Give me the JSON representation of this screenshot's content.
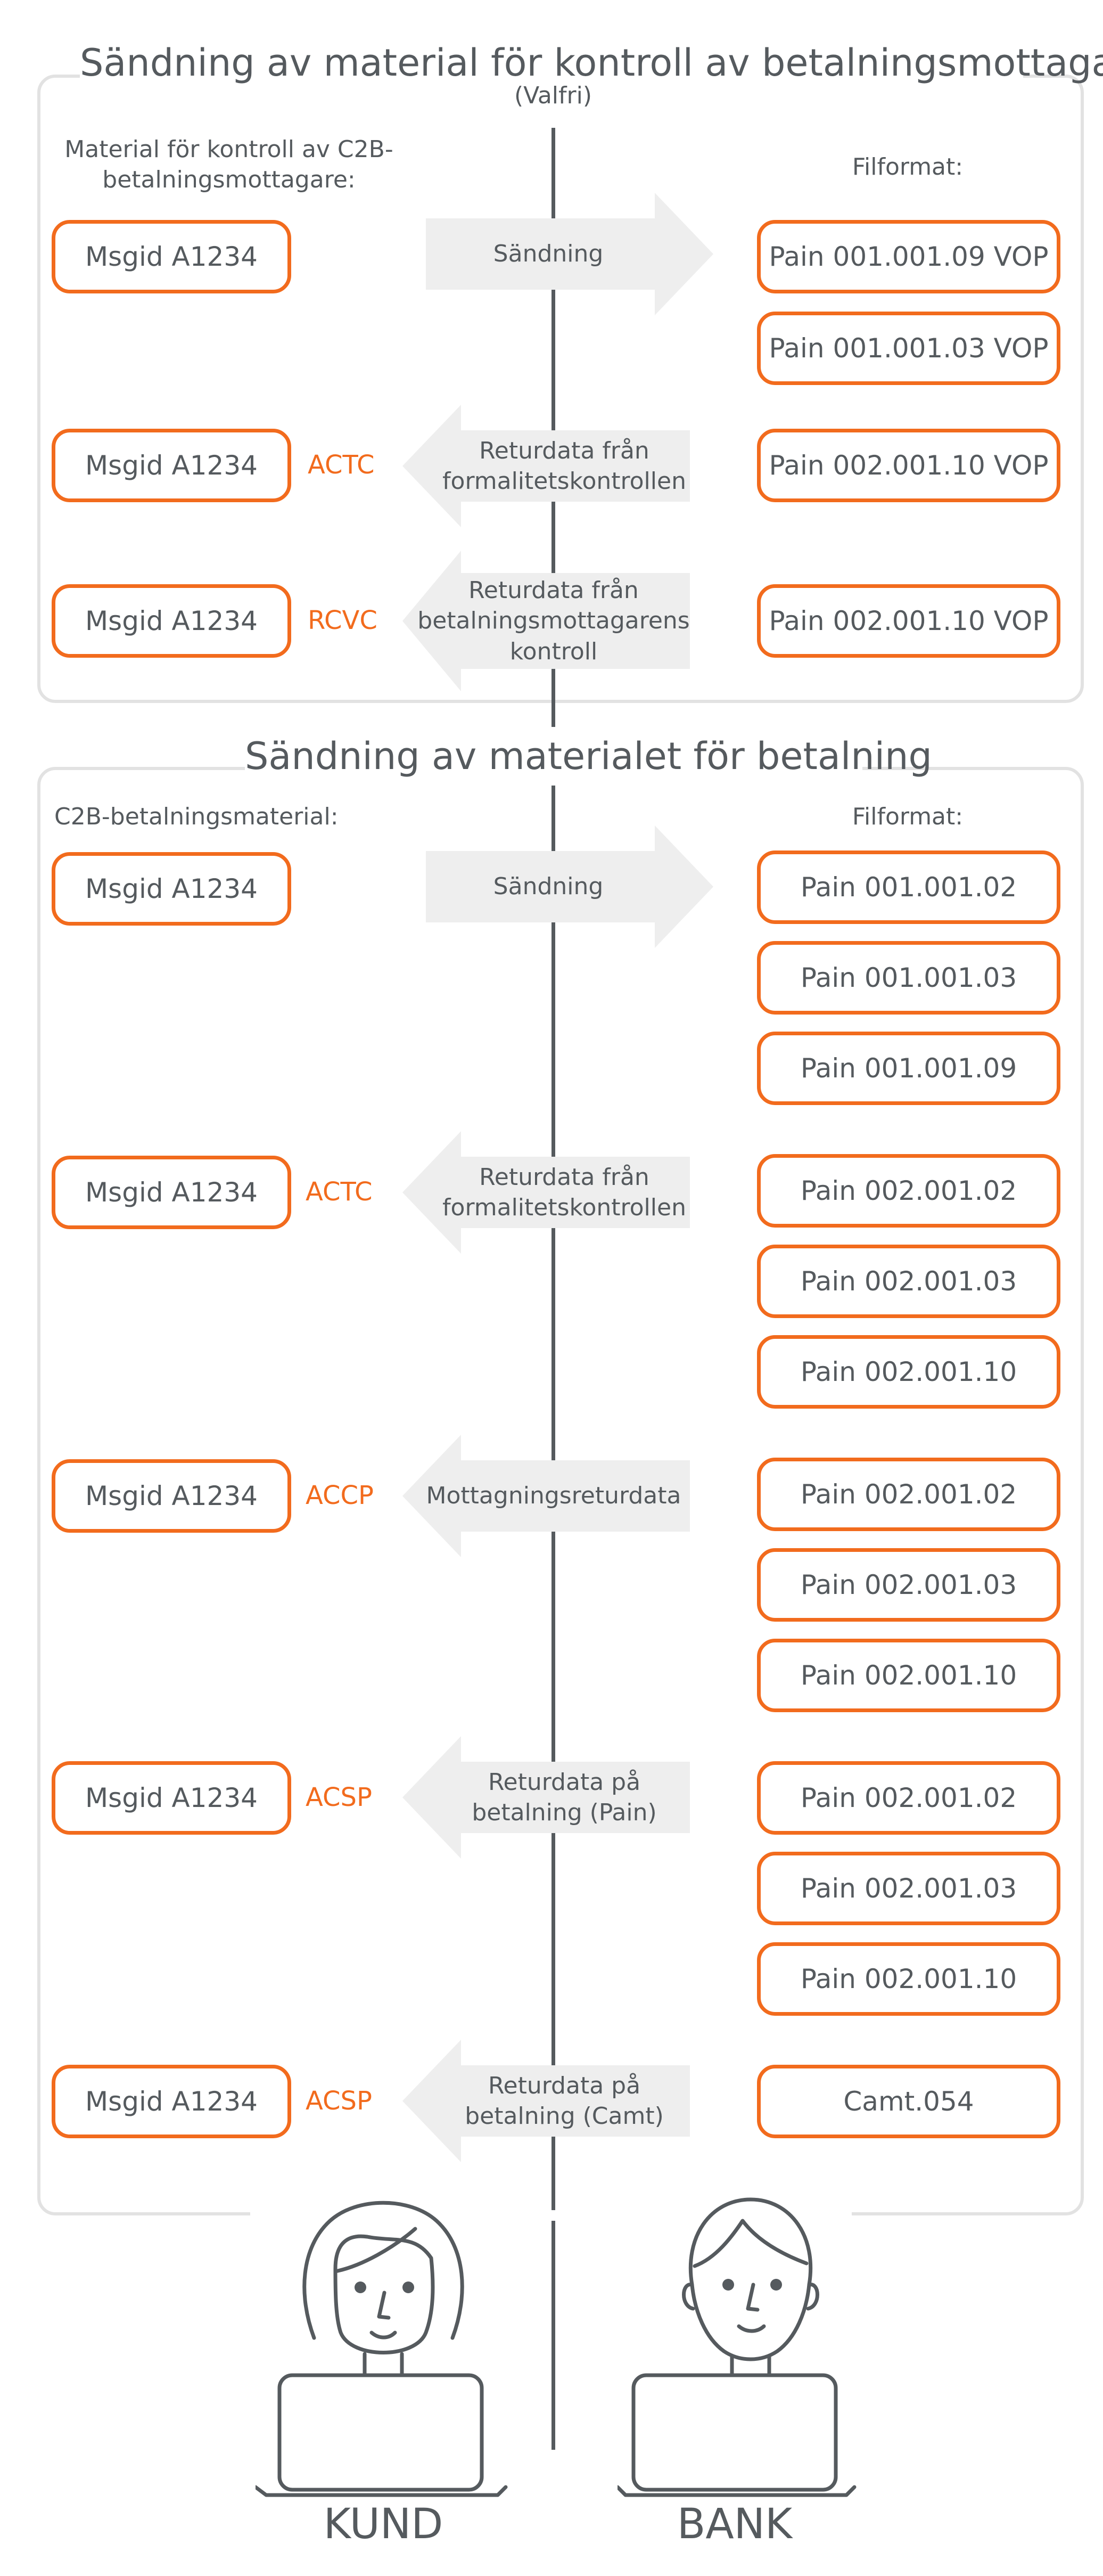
{
  "section1": {
    "title": "Sändning av material för kontroll av betalningsmottagare",
    "subtitle": "(Valfri)",
    "left_header": "Material för kontroll av C2B-betalningsmottagare:",
    "right_header": "Filformat:",
    "rows": [
      {
        "msg": "Msgid A1234",
        "status": "",
        "arrow": "Sändning",
        "files": [
          "Pain 001.001.09 VOP",
          "Pain 001.001.03 VOP"
        ]
      },
      {
        "msg": "Msgid A1234",
        "status": "ACTC",
        "arrow": "Returdata från formalitetskontrollen",
        "files": [
          "Pain 002.001.10 VOP"
        ]
      },
      {
        "msg": "Msgid A1234",
        "status": "RCVC",
        "arrow": "Returdata från betalningsmottagarens kontroll",
        "files": [
          "Pain 002.001.10 VOP"
        ]
      }
    ]
  },
  "section2": {
    "title": "Sändning av materialet för betalning",
    "left_header": "C2B-betalningsmaterial:",
    "right_header": "Filformat:",
    "rows": [
      {
        "msg": "Msgid A1234",
        "status": "",
        "arrow": "Sändning",
        "files": [
          "Pain 001.001.02",
          "Pain 001.001.03",
          "Pain 001.001.09"
        ]
      },
      {
        "msg": "Msgid A1234",
        "status": "ACTC",
        "arrow": "Returdata från formalitetskontrollen",
        "files": [
          "Pain 002.001.02",
          "Pain 002.001.03",
          "Pain 002.001.10"
        ]
      },
      {
        "msg": "Msgid A1234",
        "status": "ACCP",
        "arrow": "Mottagningsreturdata",
        "files": [
          "Pain 002.001.02",
          "Pain 002.001.03",
          "Pain 002.001.10"
        ]
      },
      {
        "msg": "Msgid A1234",
        "status": "ACSP",
        "arrow": "Returdata på betalning (Pain)",
        "files": [
          "Pain 002.001.02",
          "Pain 002.001.03",
          "Pain 002.001.10"
        ]
      },
      {
        "msg": "Msgid A1234",
        "status": "ACSP",
        "arrow": "Returdata på betalning (Camt)",
        "files": [
          "Camt.054"
        ]
      }
    ]
  },
  "figures": {
    "left": "KUND",
    "right": "BANK"
  },
  "colors": {
    "accent": "#f26b1d",
    "text": "#555a5e",
    "frame": "#e2e2e2",
    "arrow": "#eeeeee",
    "line": "#555a5e"
  }
}
